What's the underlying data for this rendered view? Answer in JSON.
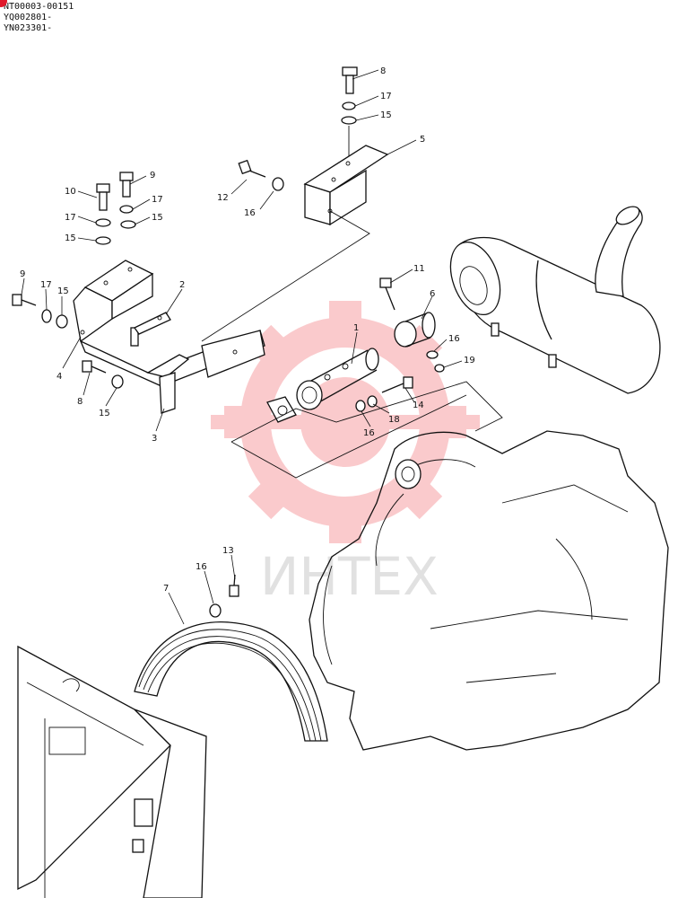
{
  "serials": [
    "NT00003-00151",
    "YQ002801-",
    "YN023301-"
  ],
  "watermark": {
    "text": "ИНТЕХ",
    "color": "#f4a5a8"
  },
  "accent_color": "#e0192b",
  "callouts": [
    {
      "id": "c8a",
      "label": "8"
    },
    {
      "id": "c17a",
      "label": "17"
    },
    {
      "id": "c15a",
      "label": "15"
    },
    {
      "id": "c5",
      "label": "5"
    },
    {
      "id": "c12",
      "label": "12"
    },
    {
      "id": "c16a",
      "label": "16"
    },
    {
      "id": "c9a",
      "label": "9"
    },
    {
      "id": "c10",
      "label": "10"
    },
    {
      "id": "c17b",
      "label": "17"
    },
    {
      "id": "c17c",
      "label": "17"
    },
    {
      "id": "c15b",
      "label": "15"
    },
    {
      "id": "c15c",
      "label": "15"
    },
    {
      "id": "c9b",
      "label": "9"
    },
    {
      "id": "c17d",
      "label": "17"
    },
    {
      "id": "c15d",
      "label": "15"
    },
    {
      "id": "c2",
      "label": "2"
    },
    {
      "id": "c4",
      "label": "4"
    },
    {
      "id": "c8b",
      "label": "8"
    },
    {
      "id": "c15e",
      "label": "15"
    },
    {
      "id": "c3",
      "label": "3"
    },
    {
      "id": "c1",
      "label": "1"
    },
    {
      "id": "c11",
      "label": "11"
    },
    {
      "id": "c6",
      "label": "6"
    },
    {
      "id": "c16b",
      "label": "16"
    },
    {
      "id": "c19",
      "label": "19"
    },
    {
      "id": "c14",
      "label": "14"
    },
    {
      "id": "c18",
      "label": "18"
    },
    {
      "id": "c16c",
      "label": "16"
    },
    {
      "id": "c13",
      "label": "13"
    },
    {
      "id": "c16d",
      "label": "16"
    },
    {
      "id": "c7",
      "label": "7"
    }
  ]
}
